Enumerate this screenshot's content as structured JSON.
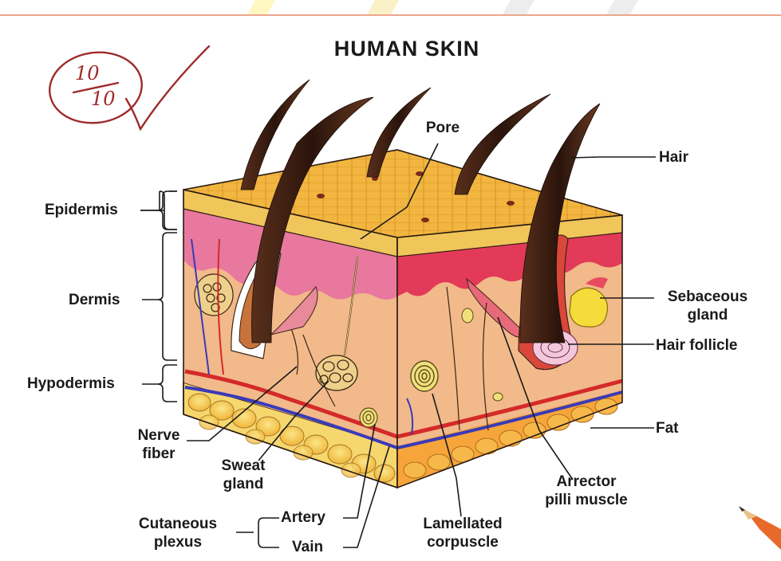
{
  "title": "HUMAN SKIN",
  "score": {
    "numerator": "10",
    "denominator": "10"
  },
  "labels": {
    "pore": "Pore",
    "hair": "Hair",
    "epidermis": "Epidermis",
    "dermis": "Dermis",
    "hypodermis": "Hypodermis",
    "sebaceous_line1": "Sebaceous",
    "sebaceous_line2": "gland",
    "hair_follicle": "Hair follicle",
    "fat": "Fat",
    "nerve_line1": "Nerve",
    "nerve_line2": "fiber",
    "sweat_line1": "Sweat",
    "sweat_line2": "gland",
    "arrector_line1": "Arrector",
    "arrector_line2": "pilli muscle",
    "cutaneous_line1": "Cutaneous",
    "cutaneous_line2": "plexus",
    "artery": "Artery",
    "vain": "Vain",
    "lamellated_line1": "Lamellated",
    "lamellated_line2": "corpuscle"
  },
  "colors": {
    "epidermis": "#f0b640",
    "dermis_pink": "#e8789e",
    "dermis_tissue": "#f2b98a",
    "fat": "#f7d46a",
    "artery": "#d42a2a",
    "vein": "#3a3ab8",
    "hair": "#3a1e12",
    "score_ink": "#9e2b2b"
  }
}
